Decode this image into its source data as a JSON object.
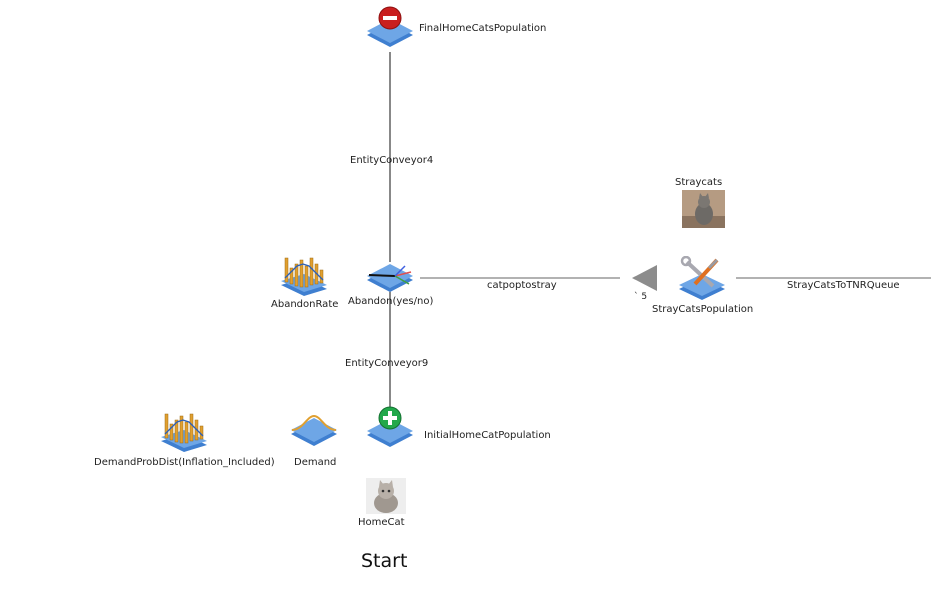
{
  "nodes": {
    "final_home_cats_population": "FinalHomeCatsPopulation",
    "abandon": "Abandon(yes/no)",
    "abandon_rate": "AbandonRate",
    "stray_cats_population": "StrayCatsPopulation",
    "straycats_entity": "Straycats",
    "initial_home_cat_population": "InitialHomeCatPopulation",
    "demand": "Demand",
    "demand_prob_dist": "DemandProbDist(Inflation_Included)",
    "home_cat_entity": "HomeCat"
  },
  "connectors": {
    "entity_conveyor_4": "EntityConveyor4",
    "entity_conveyor_9": "EntityConveyor9",
    "catpoptostray": "catpoptostray",
    "stray_cats_to_tnr_queue": "StrayCatsToTNRQueue"
  },
  "misc": {
    "port_label": "` 5",
    "start_label": "Start"
  },
  "colors": {
    "object_blue": "#5b9ae0",
    "sink_red": "#d42a2a",
    "source_green": "#22a84a",
    "connector": "#999999",
    "vertical_connector": "#111111"
  },
  "icons": {
    "sink": "minus-circle-icon",
    "source": "plus-circle-icon",
    "server": "tools-icon",
    "distribution": "histogram-icon",
    "demand": "bell-curve-icon",
    "entity": "cat-photo-icon"
  }
}
